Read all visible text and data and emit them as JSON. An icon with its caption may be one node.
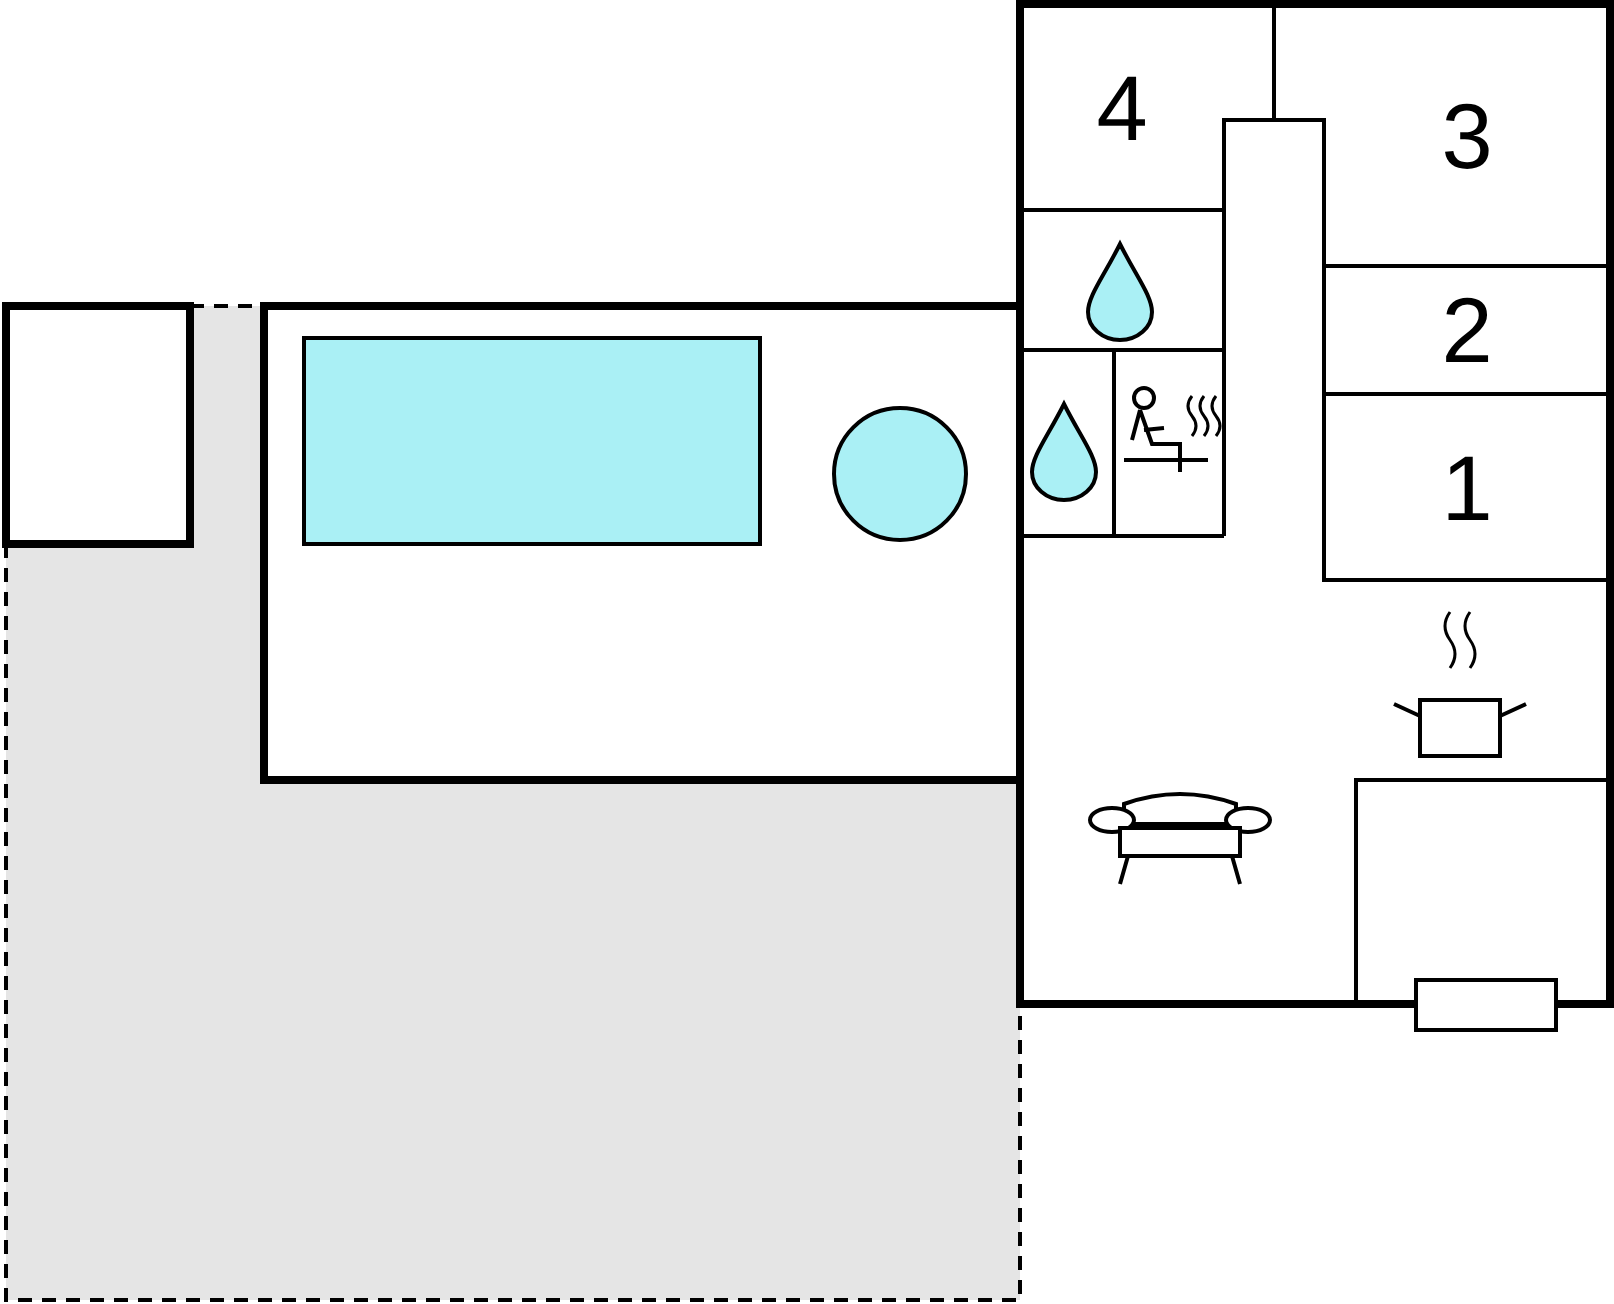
{
  "diagram": {
    "nodes": [
      {
        "text": [
          "4"
        ]
      },
      {
        "text": [
          "3"
        ]
      },
      {
        "text": [
          "2"
        ]
      },
      {
        "text": [
          "1"
        ]
      }
    ]
  }
}
